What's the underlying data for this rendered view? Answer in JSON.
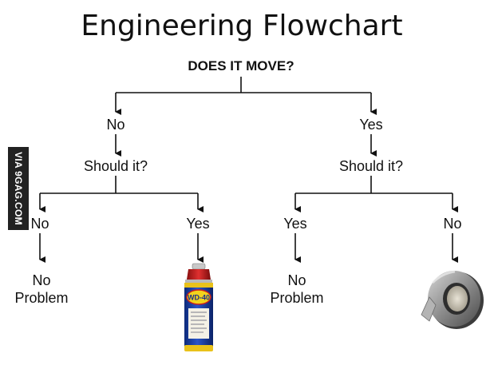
{
  "title": "Engineering Flowchart",
  "question": "DOES IT MOVE?",
  "watermark": "VIA 9GAG.COM",
  "left_branch": {
    "answer": "No",
    "follow_up": "Should it?",
    "options": [
      {
        "answer": "No",
        "result_line1": "No",
        "result_line2": "Problem"
      },
      {
        "answer": "Yes",
        "result_image": "wd-40-can",
        "can_label": "WD-40"
      }
    ]
  },
  "right_branch": {
    "answer": "Yes",
    "follow_up": "Should it?",
    "options": [
      {
        "answer": "Yes",
        "result_line1": "No",
        "result_line2": "Problem"
      },
      {
        "answer": "No",
        "result_image": "duct-tape-roll"
      }
    ]
  }
}
